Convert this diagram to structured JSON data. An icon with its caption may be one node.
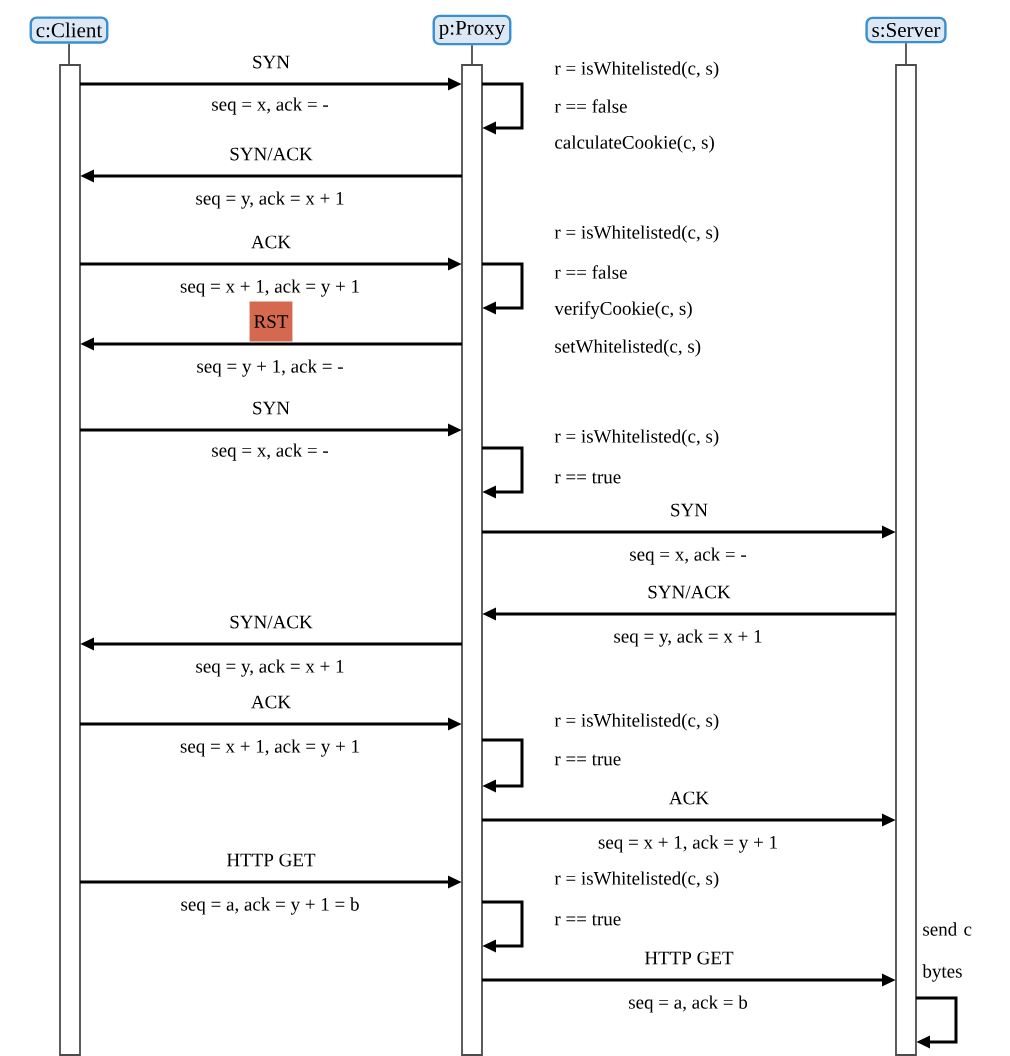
{
  "diagram": {
    "nodes": [
      {
        "text": [
          "c:Client"
        ]
      },
      {
        "text": [
          "p:Proxy"
        ]
      },
      {
        "text": [
          "s:Server"
        ]
      },
      {
        "text": [],
        "shape": "bar"
      },
      {
        "text": [],
        "shape": "bar"
      },
      {
        "text": [],
        "shape": "bar"
      }
    ],
    "edges": [
      {
        "from": 0,
        "to": 3,
        "arrow": "none"
      },
      {
        "from": 1,
        "to": 4,
        "arrow": "none"
      },
      {
        "from": 2,
        "to": 5,
        "arrow": "none"
      },
      {
        "from": 3,
        "to": 4,
        "arrow": "to",
        "label": "SYN"
      },
      {
        "from": 4,
        "to": 4,
        "arrow": "to"
      },
      {
        "from": 4,
        "to": 3,
        "arrow": "to",
        "label": "SYN/ACK"
      },
      {
        "from": 3,
        "to": 4,
        "arrow": "to",
        "label": "ACK"
      },
      {
        "from": 4,
        "to": 4,
        "arrow": "to"
      },
      {
        "from": 4,
        "to": 3,
        "arrow": "to",
        "label": "RST"
      },
      {
        "from": 3,
        "to": 4,
        "arrow": "to",
        "label": "SYN"
      },
      {
        "from": 4,
        "to": 4,
        "arrow": "to"
      },
      {
        "from": 4,
        "to": 5,
        "arrow": "to",
        "label": "SYN"
      },
      {
        "from": 5,
        "to": 4,
        "arrow": "to",
        "label": "SYN/ACK"
      },
      {
        "from": 4,
        "to": 3,
        "arrow": "to",
        "label": "SYN/ACK"
      },
      {
        "from": 3,
        "to": 4,
        "arrow": "to",
        "label": "ACK"
      },
      {
        "from": 4,
        "to": 4,
        "arrow": "to"
      },
      {
        "from": 4,
        "to": 5,
        "arrow": "to",
        "label": "ACK"
      },
      {
        "from": 3,
        "to": 4,
        "arrow": "to",
        "label": "HTTP GET"
      },
      {
        "from": 4,
        "to": 4,
        "arrow": "to"
      },
      {
        "from": 4,
        "to": 5,
        "arrow": "to",
        "label": "HTTP GET"
      },
      {
        "from": 5,
        "to": 5,
        "arrow": "to"
      }
    ],
    "labels": [
      "r = isWhitelisted(c, s)",
      "seq = x, ack = -",
      "r == false",
      "calculateCookie(c, s)",
      "seq = y, ack = x + 1",
      "r = isWhitelisted(c, s)",
      "r == false",
      "seq = x + 1, ack = y + 1",
      "verifyCookie(c, s)",
      "setWhitelisted(c, s)",
      "seq = y + 1, ack = -",
      "seq = x, ack = -",
      "r = isWhitelisted(c, s)",
      "r == true",
      "seq = x, ack = -",
      "seq = y, ack = x + 1",
      "seq = y, ack = x + 1",
      "r = isWhitelisted(c, s)",
      "seq = x + 1, ack = y + 1",
      "r == true",
      "seq = x + 1, ack = y + 1",
      "r = isWhitelisted(c, s)",
      "seq = a, ack = y + 1 = b",
      "r == true",
      "send c bytes",
      "seq = a, ack = b"
    ]
  }
}
